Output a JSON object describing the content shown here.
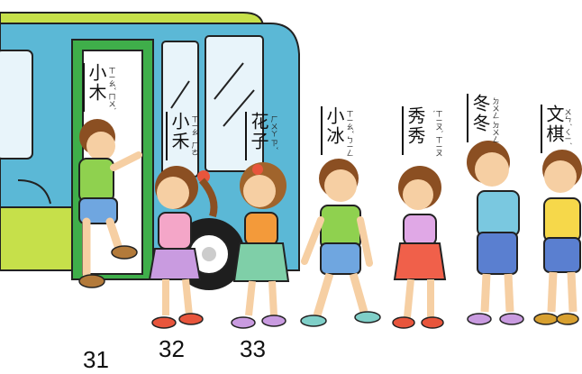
{
  "names": [
    {
      "text": "小木",
      "zhuyin": "ㄒㄧㄠˇ ㄇㄨˋ"
    },
    {
      "text": "小禾",
      "zhuyin": "ㄒㄧㄠˇ ㄏㄜˊ"
    },
    {
      "text": "花子",
      "zhuyin": "ㄏㄨㄚ ㄗˇ"
    },
    {
      "text": "小冰",
      "zhuyin": "ㄒㄧㄠˇ ㄅㄧㄥ"
    },
    {
      "text": "秀秀",
      "zhuyin": "ㄒㄧㄡˋ ㄒㄧㄡˋ"
    },
    {
      "text": "冬冬",
      "zhuyin": "ㄉㄨㄥ ㄉㄨㄥ"
    },
    {
      "text": "文棋",
      "zhuyin": "ㄨㄣˊ ㄑㄧˊ"
    }
  ],
  "numbers": [
    "31",
    "32",
    "33"
  ],
  "colors": {
    "bus_body": "#5bb8d6",
    "bus_roof": "#c6e04a",
    "bus_window": "#e8f4fa",
    "bus_door": "#3fae4a",
    "wheel": "#1e1e1e",
    "skin": "#f6cfa3",
    "hair_brown": "#8b4f22"
  }
}
